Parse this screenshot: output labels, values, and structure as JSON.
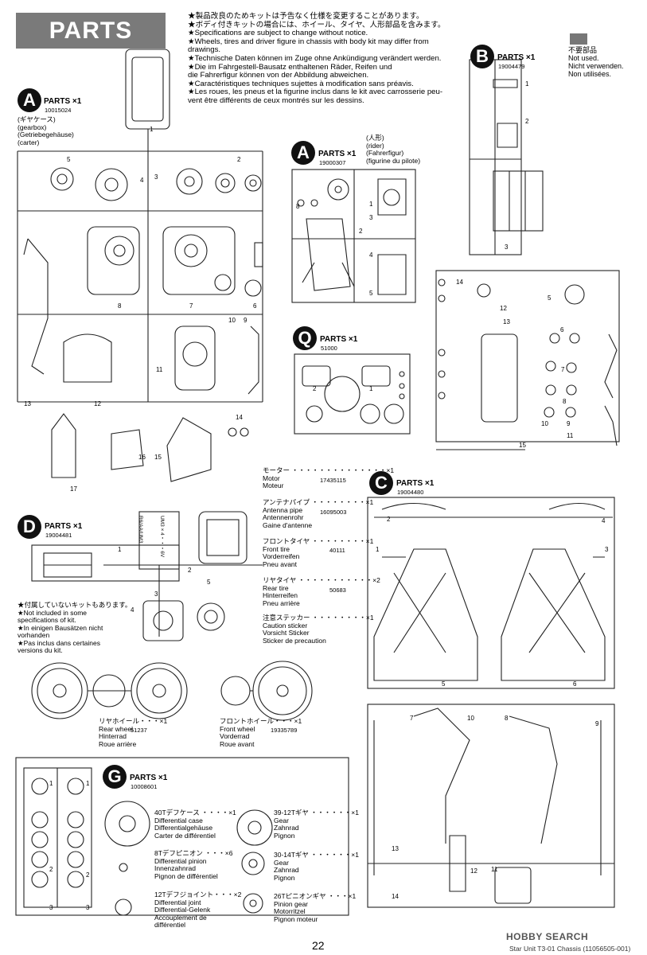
{
  "header": {
    "title": "PARTS"
  },
  "notice": [
    "★製品改良のためキットは予告なく仕様を変更することがあります。",
    "★ボディ付きキットの場合には、ホイール、タイヤ、人形部品を含みます。",
    "★Specifications are subject to change without notice.",
    "★Wheels, tires and driver figure in chassis with body kit may differ from",
    "drawings.",
    "★Technische Daten können im Zuge ohne Ankündigung verändert werden.",
    "★Die im Fahrgestell-Bausatz enthaltenen Räder, Reifen und",
    "die Fahrerfigur können von der Abbildung abweichen.",
    "★Caractéristiques techniques sujettes à modification sans préavis.",
    "★Les roues, les pneus et la figurine inclus dans le kit avec carrosserie peu-",
    "vent être différents de ceux montrés sur les dessins."
  ],
  "not_used": {
    "jp": "不要部品",
    "en": "Not used.",
    "de": "Nicht verwenden.",
    "fr": "Non utilisées."
  },
  "trees": {
    "A1": {
      "letter": "A",
      "label": "PARTS ×1",
      "code": "10015024",
      "desc": [
        "(ギヤケース)",
        "(gearbox)",
        "(Getriebegehäuse)",
        "(carter)"
      ]
    },
    "A2": {
      "letter": "A",
      "label": "PARTS ×1",
      "code": "19000307",
      "desc": [
        "(人形)",
        "(rider)",
        "(Fahrerfigur)",
        "(figurine du pilote)"
      ]
    },
    "B": {
      "letter": "B",
      "label": "PARTS ×1",
      "code": "19004479"
    },
    "Q": {
      "letter": "Q",
      "label": "PARTS ×1",
      "code": "51000"
    },
    "C": {
      "letter": "C",
      "label": "PARTS ×1",
      "code": "19004480"
    },
    "D": {
      "letter": "D",
      "label": "PARTS ×1",
      "code": "19004481"
    },
    "G": {
      "letter": "G",
      "label": "PARTS ×1",
      "code": "10008601"
    }
  },
  "d_note": [
    "★付属していないキットもあります。",
    "★Not included in some",
    "specifications of kit.",
    "★In einigen Bausätzen nicht",
    "vorhanden",
    "★Pas inclus dans certaines",
    "versions du kit."
  ],
  "battery_labels": {
    "left": "R6/AA/UM3",
    "right": "UM3 × 4・・・6V"
  },
  "loose_parts": [
    {
      "jp": "モーター ・・・・・・・・・・・・・・×1",
      "lines": [
        "Motor",
        "Moteur"
      ],
      "code": "17435115"
    },
    {
      "jp": "アンテナパイプ ・・・・・・・・×1",
      "lines": [
        "Antenna pipe",
        "Antennenrohr",
        "Gaine d'antenne"
      ],
      "code": "16095003"
    },
    {
      "jp": "フロントタイヤ ・・・・・・・・×1",
      "lines": [
        "Front tire",
        "Vorderreifen",
        "Pneu avant"
      ],
      "code": "40111"
    },
    {
      "jp": "リヤタイヤ ・・・・・・・・・・・×2",
      "lines": [
        "Rear tire",
        "Hinterreifen",
        "Pneu arrière"
      ],
      "code": "50683"
    },
    {
      "jp": "注意ステッカー ・・・・・・・・×1",
      "lines": [
        "Caution sticker",
        "Vorsicht Sticker",
        "Sticker de precaution"
      ],
      "code": ""
    }
  ],
  "wheels": {
    "rear": {
      "jp": "リヤホイール・・・×1",
      "lines": [
        "Rear wheel",
        "Hinterrad",
        "Roue arrière"
      ],
      "code": "51237"
    },
    "front": {
      "jp": "フロントホイール・・・×1",
      "lines": [
        "Front wheel",
        "Vorderrad",
        "Roue avant"
      ],
      "code": "19335789"
    }
  },
  "g_parts": [
    {
      "jp": "40Tデフケース ・・・・×1",
      "lines": [
        "Differential case",
        "Differentialgehäuse",
        "Carter de différentiel"
      ]
    },
    {
      "jp": "8Tデフピニオン ・・・×6",
      "lines": [
        "Differential pinion",
        "Innenzahnrad",
        "Pignon de différentiel"
      ]
    },
    {
      "jp": "12Tデフジョイント・・・×2",
      "lines": [
        "Differential joint",
        "Differential-Gelenk",
        "Accouplement de",
        "différentiel"
      ]
    },
    {
      "jp": "39-12Tギヤ ・・・・・・×1",
      "lines": [
        "Gear",
        "Zahnrad",
        "Pignon"
      ]
    },
    {
      "jp": "30-14Tギヤ ・・・・・・×1",
      "lines": [
        "Gear",
        "Zahnrad",
        "Pignon"
      ]
    },
    {
      "jp": "26Tピニオンギヤ ・・・×1",
      "lines": [
        "Pinion gear",
        "Motorritzel",
        "Pignon moteur"
      ]
    }
  ],
  "part_numbers": {
    "a1": [
      "1",
      "5",
      "4",
      "3",
      "2",
      "6",
      "8",
      "7",
      "9",
      "10",
      "11",
      "12",
      "13",
      "14",
      "15",
      "16",
      "17"
    ],
    "a2": [
      "8",
      "1",
      "3",
      "2",
      "4",
      "5"
    ],
    "b": [
      "1",
      "2",
      "3",
      "14",
      "12",
      "5",
      "13",
      "6",
      "7",
      "8",
      "9",
      "10",
      "11",
      "15"
    ],
    "q": [
      "2",
      "1"
    ],
    "c": [
      "2",
      "1",
      "3",
      "4",
      "5",
      "6",
      "7",
      "8",
      "9",
      "10",
      "11",
      "12",
      "13",
      "14"
    ],
    "d": [
      "1",
      "2",
      "3",
      "4",
      "5"
    ],
    "g": [
      "1",
      "2",
      "3",
      "1",
      "2",
      "3"
    ]
  },
  "footer": {
    "page": "22",
    "title": "Star Unit T3-01 Chassis (11056505-001)",
    "watermark": "HOBBY SEARCH"
  }
}
